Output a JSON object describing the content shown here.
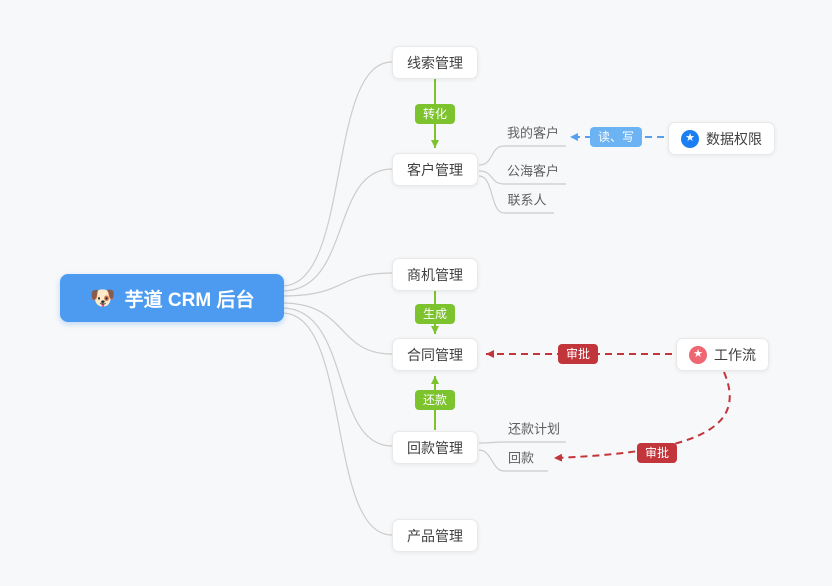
{
  "app": {
    "title": "芋道 CRM 后台",
    "type": "mindmap"
  },
  "center": {
    "emoji": "🐶",
    "label": "芋道 CRM 后台"
  },
  "modules": {
    "lead": "线索管理",
    "customer": "客户管理",
    "opportunity": "商机管理",
    "contract": "合同管理",
    "receivable": "回款管理",
    "product": "产品管理"
  },
  "children": {
    "customer": [
      "我的客户",
      "公海客户",
      "联系人"
    ],
    "receivable": [
      "还款计划",
      "回款"
    ]
  },
  "side_nodes": {
    "data_permission": "数据权限",
    "workflow": "工作流"
  },
  "edge_labels": {
    "convert": "转化",
    "generate": "生成",
    "repay": "还款",
    "read_write": "读、写",
    "approve_contract": "审批",
    "approve_receivable": "审批"
  },
  "icons": {
    "center": "dog-logo-icon",
    "data_permission": "star-icon",
    "workflow": "star-icon"
  },
  "colors": {
    "background": "#f7f8fa",
    "center_node": "#4d9bf0",
    "green": "#7cc32e",
    "red": "#c2353b",
    "blue_badge": "#6cb3f3",
    "blue_dash": "#569ff0",
    "star_blue": "#1b7ef2",
    "star_red": "#ee6672",
    "connector_gray": "#cccccc",
    "node_text": "#404040"
  }
}
